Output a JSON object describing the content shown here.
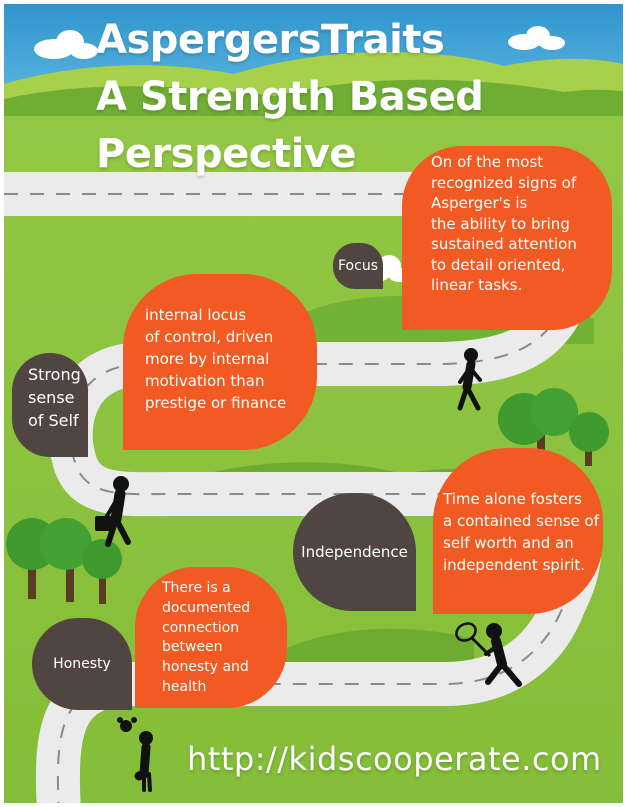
{
  "title": {
    "line1": "AspergersTraits",
    "line2": "A Strength Based",
    "line3": "Perspective"
  },
  "bubbles": {
    "focus_text": [
      "On of the most",
      "recognized signs of",
      "Asperger's is",
      "the ability to bring",
      "sustained attention",
      "to detail oriented,",
      "linear tasks."
    ],
    "self_text": [
      "internal locus",
      "of control, driven",
      "more by internal",
      "motivation than",
      "prestige or finance"
    ],
    "independence_text": [
      "Time alone fosters",
      "a contained sense of",
      "self worth and an",
      "independent spirit."
    ],
    "honesty_text": [
      "There is a",
      "documented",
      "connection",
      "between",
      "honesty and",
      "health"
    ]
  },
  "labels": {
    "focus": "Focus",
    "self": [
      "Strong",
      "sense",
      "of Self"
    ],
    "independence": "Independence",
    "honesty": "Honesty"
  },
  "url": "http://kidscooperate.com",
  "icons": [
    "cloud-icon",
    "walking-person-icon",
    "businessman-briefcase-icon",
    "person-butterfly-net-icon",
    "thinking-woman-icon",
    "tree-icon"
  ],
  "colors": {
    "sky": "#3aa0d3",
    "grass": "#8bc53f",
    "road": "#ebebeb",
    "bubble_orange": "#f15a22",
    "bubble_dark": "#504540",
    "tree": "#3f9a2f"
  }
}
